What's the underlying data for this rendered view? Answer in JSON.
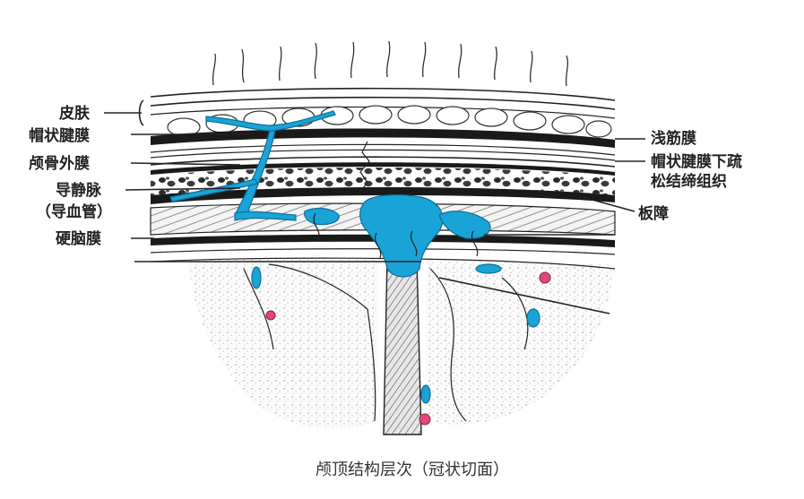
{
  "labels": {
    "left": {
      "skin": "皮肤",
      "galea": "帽状腱膜",
      "pericranium": "颅骨外膜",
      "emissary": "导静脉",
      "emissary_sub": "（导血管）",
      "dura": "硬脑膜"
    },
    "right": {
      "superficial_fascia": "浅筋膜",
      "subgaleal_1": "帽状腱膜下疏",
      "subgaleal_2": "松结缔组织",
      "diploe": "板障"
    }
  },
  "caption": "颅顶结构层次（冠状切面）",
  "colors": {
    "vein": "#1aa3d6",
    "vein_stroke": "#0b6f99",
    "artery": "#e0487a",
    "ink": "#222222"
  }
}
